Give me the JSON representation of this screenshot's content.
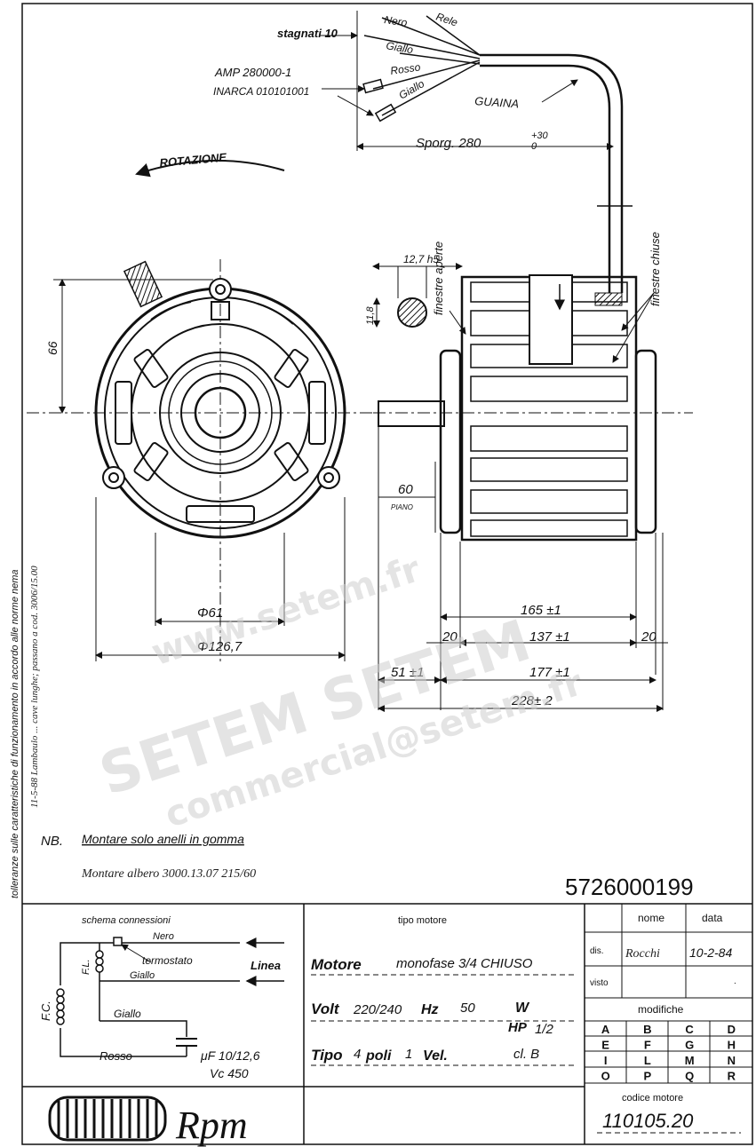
{
  "drawing": {
    "cable": {
      "stagnati": "stagnati 10",
      "wire_nero": "Nero",
      "wire_rele": "Rele",
      "wire_giallo1": "Giallo",
      "wire_rosso": "Rosso",
      "wire_giallo2": "Giallo",
      "amp": "AMP 280000-1",
      "inarca": "INARCA 010101001",
      "guaina": "GUAINA",
      "sporg": "Sporg. 280",
      "sporg_tol_upper": "+30",
      "sporg_tol_lower": "0"
    },
    "rotation_label": "ROTAZIONE",
    "front_view": {
      "dim_66": "66",
      "dim_phi61": "Φ61",
      "dim_phi126": "Φ126,7"
    },
    "side_view": {
      "finestre_aperte": "finestre aperte",
      "finestre_chiuse": "finestre chiuse",
      "shaft_dia": "12,7 h5",
      "shaft_flat": "11,8",
      "flat_60": "60",
      "piano": "PIANO",
      "dim_165": "165 ±1",
      "dim_20a": "20",
      "dim_137": "137 ±1",
      "dim_20b": "20",
      "dim_51": "51 ±1",
      "dim_177": "177 ±1",
      "dim_228": "228± 2"
    },
    "margin_note_vertical": "tolleranze sulle caratteristiche di funzionamento in accordo alle norme nema",
    "margin_note_hand": "11-5-88  Lambaulo ... cave lunghe; passano a cod. 3006/15.00",
    "nb_prefix": "NB.",
    "nb_text": "Montare solo anelli in gomma",
    "note_hand": "Montare albero 3000.13.07  215/60",
    "part_number": "5726000199"
  },
  "title_block": {
    "schema": {
      "title": "schema connessioni",
      "nero": "Nero",
      "termostato": "termostato",
      "fl": "F.L.",
      "giallo_top": "Giallo",
      "linea": "Linea",
      "fc": "F.C.",
      "giallo": "Giallo",
      "rosso": "Rosso",
      "cap_uf": "μF 10/12,6",
      "cap_vc": "Vc 450"
    },
    "tipo": {
      "title": "tipo motore",
      "motore_label": "Motore",
      "motore_val": "monofase 3/4 CHIUSO",
      "volt_label": "Volt",
      "volt_val": "220/240",
      "hz_label": "Hz",
      "hz_val": "50",
      "w_label": "W",
      "hp_label": "HP",
      "hp_val": "1/2",
      "tipo_label": "Tipo",
      "tipo_val": "4",
      "poli_label": "poli",
      "poli_val": "1",
      "vel_label": "Vel.",
      "cl_val": "cl. B"
    },
    "approval": {
      "nome_h": "nome",
      "data_h": "data",
      "dis_label": "dis.",
      "dis_sign": "Rocchi",
      "dis_date": "10-2-84",
      "visto_label": "visto",
      "visto_mark": "."
    },
    "modifiche": {
      "title": "modifiche",
      "rows": [
        [
          "A",
          "B",
          "C",
          "D"
        ],
        [
          "E",
          "F",
          "G",
          "H"
        ],
        [
          "I",
          "L",
          "M",
          "N"
        ],
        [
          "O",
          "P",
          "Q",
          "R"
        ]
      ]
    },
    "codice": {
      "label": "codice motore",
      "value": "110105.20"
    },
    "logo_text": "Rpm"
  },
  "watermark": {
    "line1": "www.setem.fr",
    "line2": "SETEM SETEM",
    "line3": "commercial@setem.fr"
  },
  "colors": {
    "ink": "#111111",
    "paper": "#ffffff",
    "watermark": "#cfcfcf"
  }
}
